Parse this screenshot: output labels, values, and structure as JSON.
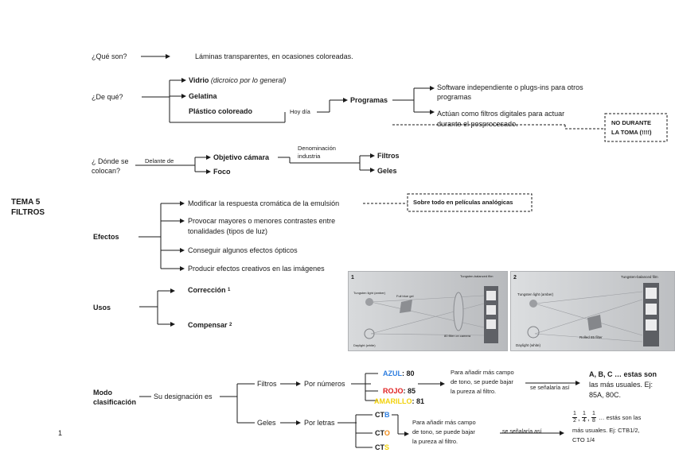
{
  "side": {
    "title_line1": "TEMA 5",
    "title_line2": "FILTROS",
    "page_number": "1"
  },
  "que_son": {
    "label": "¿Qué son?",
    "answer": "Láminas transparentes, en ocasiones coloreadas."
  },
  "de_que": {
    "label": "¿De qué?",
    "vidrio": "Vidrio",
    "vidrio_note": "(dicroico por lo general)",
    "gelatina": "Gelatina",
    "plastico": "Plástico coloreado",
    "hoy_dia": "Hoy día",
    "programas": "Programas",
    "software_1": "Software independiente o plugs-ins para otros",
    "software_2": "programas",
    "actuan_1": "Actúan como filtros digitales para actuar",
    "actuan_2": "durante el posprocesado.",
    "note_1": "NO DURANTE",
    "note_2": "LA TOMA (!!!!)"
  },
  "donde": {
    "label_1": "¿ Dónde se",
    "label_2": "colocan?",
    "delante": "Delante de",
    "objetivo": "Objetivo cámara",
    "foco": "Foco",
    "denom_1": "Denominación",
    "denom_2": "industria",
    "filtros": "Filtros",
    "geles": "Geles"
  },
  "efectos": {
    "label": "Efectos",
    "items": [
      "Modificar la respuesta cromática de la emulsión",
      "Provocar mayores o menores contrastes entre",
      "tonalidades (tipos de luz)",
      "Conseguir algunos efectos ópticos",
      "Producir efectos creativos en las imágenes"
    ],
    "note": "Sobre todo en películas analógicas"
  },
  "usos": {
    "label": "Usos",
    "correccion": "Corrección",
    "compensar": "Compensar",
    "sup1": "1",
    "sup2": "2"
  },
  "photos": {
    "p1_num": "1",
    "p1_title": "Tungsten-balanced film",
    "p1_light": "Tungsten light (amber)",
    "p1_gel": "Full blue gel",
    "p1_filter": "80 filter on camera",
    "p1_day": "Daylight (white)",
    "p2_num": "2",
    "p2_title": "Tungsten-balanced film",
    "p2_light": "Tungsten light (amber)",
    "p2_filter": "Rolled 85 filter",
    "p2_day": "Daylight (white)"
  },
  "modo": {
    "label_1": "Modo",
    "label_2": "clasificación",
    "designacion": "Su designación es",
    "filtros": "Filtros",
    "por_numeros": "Por números",
    "azul": "AZUL",
    "azul_val": ": 80",
    "rojo": "ROJO",
    "rojo_val": ": 85",
    "amarillo": "AMARILLO",
    "amarillo_val": ": 81",
    "para_1": "Para añadir más campo",
    "para_2": "de tono, se puede bajar",
    "para_3": "la pureza al filtro.",
    "senala": "se señalaría así",
    "abc_1": "A, B, C … estas son",
    "abc_2": "las más usuales. Ej:",
    "abc_3": "85A, 80C.",
    "geles": "Geles",
    "por_letras": "Por letras",
    "ct": "CT",
    "ct_b": "B",
    "ct_o": "O",
    "ct_s": "S",
    "g_para_1": "Para añadir más campo",
    "g_para_2": "de tono, se puede bajar",
    "g_para_3": "la pureza al filtro.",
    "g_senala": "se señalaría así",
    "frac_n": "1",
    "frac_d1": "2",
    "frac_d2": "4",
    "frac_d3": "8",
    "frac_sep": ",",
    "frac_rest_1": "… estás son las",
    "frac_rest_2": "más usuales. Ej: CTB1/2,",
    "frac_rest_3": "CTO 1/4"
  },
  "colors": {
    "azul": "#2f7fe0",
    "rojo": "#e02020",
    "amarillo": "#f2d20c",
    "ct_o": "#ef8a17"
  }
}
